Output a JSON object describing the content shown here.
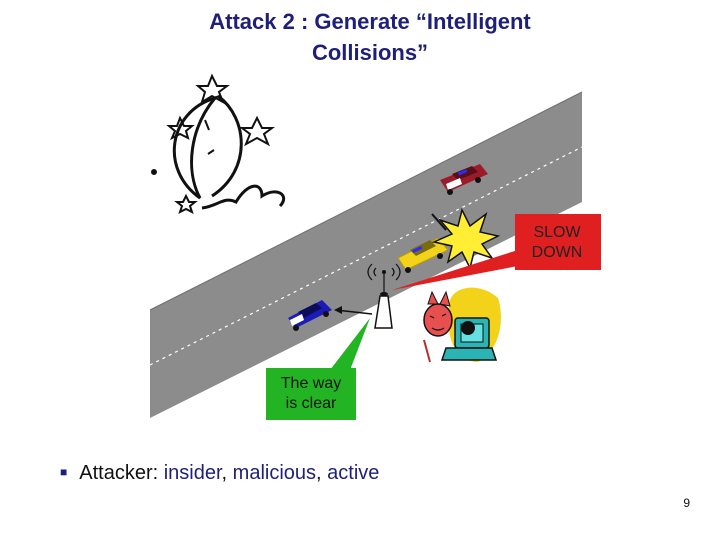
{
  "slide": {
    "title_line1": "Attack 2 : Generate “Intelligent",
    "title_line2": "Collisions”",
    "callout_slow_line1": "SLOW",
    "callout_slow_line2": "DOWN",
    "callout_clear_line1": "The way",
    "callout_clear_line2": "is clear",
    "bullet_label": "Attacker:",
    "bullet_insider": "insider",
    "bullet_malicious": "malicious",
    "bullet_active": "active",
    "bullet_sep": ", ",
    "page_number": "9"
  },
  "colors": {
    "title": "#1f1f7a",
    "road": "#8c8c8c",
    "slow_callout": "#e02020",
    "clear_callout": "#22b422",
    "car_red": "#9b1b2a",
    "car_yellow": "#f2d31a",
    "car_blue": "#1b1bb5",
    "crash": "#ffee33"
  },
  "icons": [
    "moon-night-icon",
    "antenna-icon",
    "attacker-icon",
    "crash-icon"
  ]
}
